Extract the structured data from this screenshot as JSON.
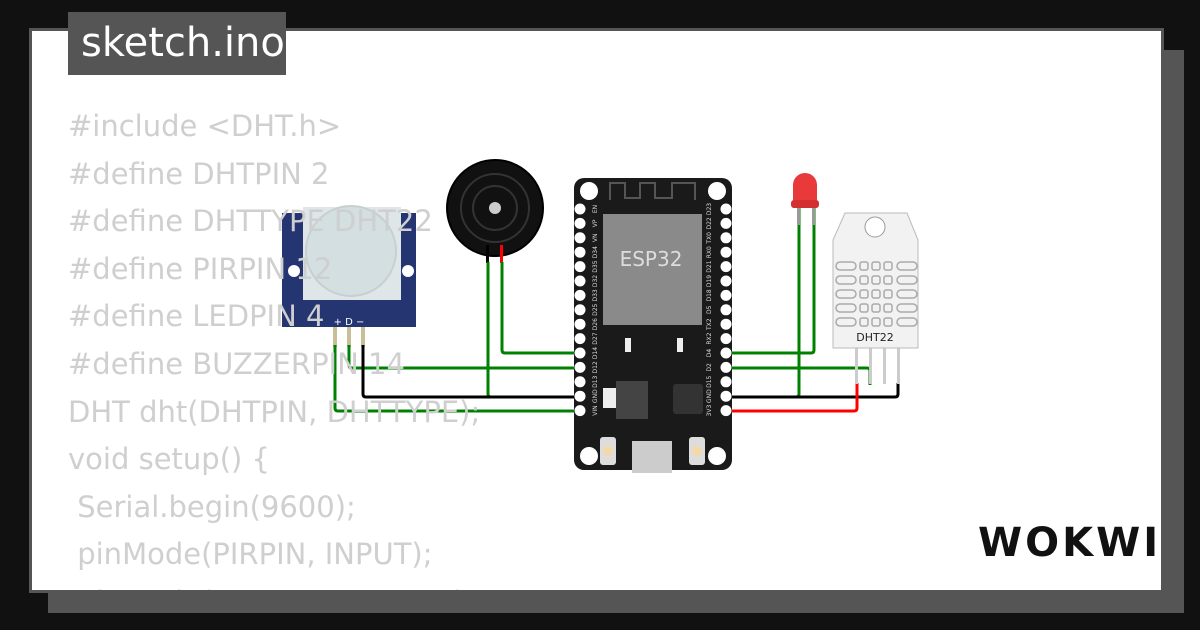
{
  "tab": {
    "filename": "sketch.ino"
  },
  "code_lines": [
    "#include <DHT.h>",
    "#define DHTPIN 2",
    "#define DHTTYPE DHT22",
    "#define PIRPIN 12",
    "#define LEDPIN 4",
    "#define BUZZERPIN 14",
    "DHT dht(DHTPIN, DHTTYPE);",
    "void setup() {",
    " Serial.begin(9600);",
    " pinMode(PIRPIN, INPUT);",
    " pinMode(LEDPIN, OUTPUT);"
  ],
  "esp32": {
    "label": "ESP32",
    "left_pins": [
      "EN",
      "VP",
      "VN",
      "D34",
      "D35",
      "D32",
      "D33",
      "D25",
      "D26",
      "D27",
      "D14",
      "D12",
      "D13",
      "GND",
      "VIN"
    ],
    "right_pins": [
      "D23",
      "D22",
      "TX0",
      "RX0",
      "D21",
      "D19",
      "D18",
      "D5",
      "TX2",
      "RX2",
      "D4",
      "D2",
      "D15",
      "GND",
      "3V3"
    ]
  },
  "pir": {
    "pin_labels": "+ D −"
  },
  "dht": {
    "label": "DHT22"
  },
  "logo": {
    "text": "WOKWI"
  },
  "colors": {
    "wire_green": "#008000",
    "wire_black": "#000000",
    "wire_red": "#ff0000",
    "pir_board": "#253571",
    "led": "#e83a3a"
  }
}
